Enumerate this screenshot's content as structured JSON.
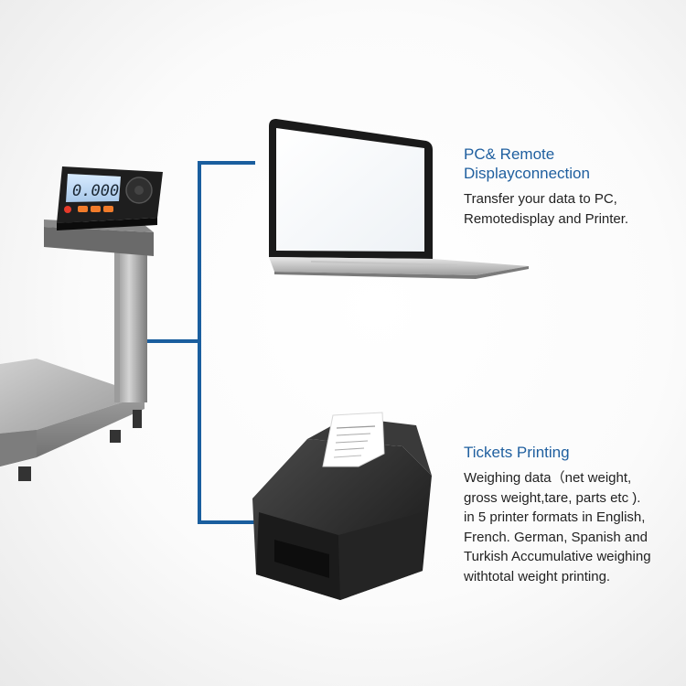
{
  "pc_section": {
    "title_lines": [
      "PC& Remote",
      "Displayconnection"
    ],
    "desc_lines": [
      "Transfer your data to PC,",
      "Remotedisplay and Printer."
    ]
  },
  "tickets_section": {
    "title_lines": [
      "Tickets Printing"
    ],
    "desc_lines": [
      "Weighing data（net weight,",
      "gross weight,tare, parts etc ).",
      "in 5 printer formats in English,",
      "French. German, Spanish and",
      "Turkish Accumulative weighing",
      "withtotal weight printing."
    ]
  },
  "scale_display": {
    "reading": "0.000"
  },
  "colors": {
    "connector": "#1a5e9e",
    "title": "#1f5f9f",
    "body_text": "#222222"
  }
}
